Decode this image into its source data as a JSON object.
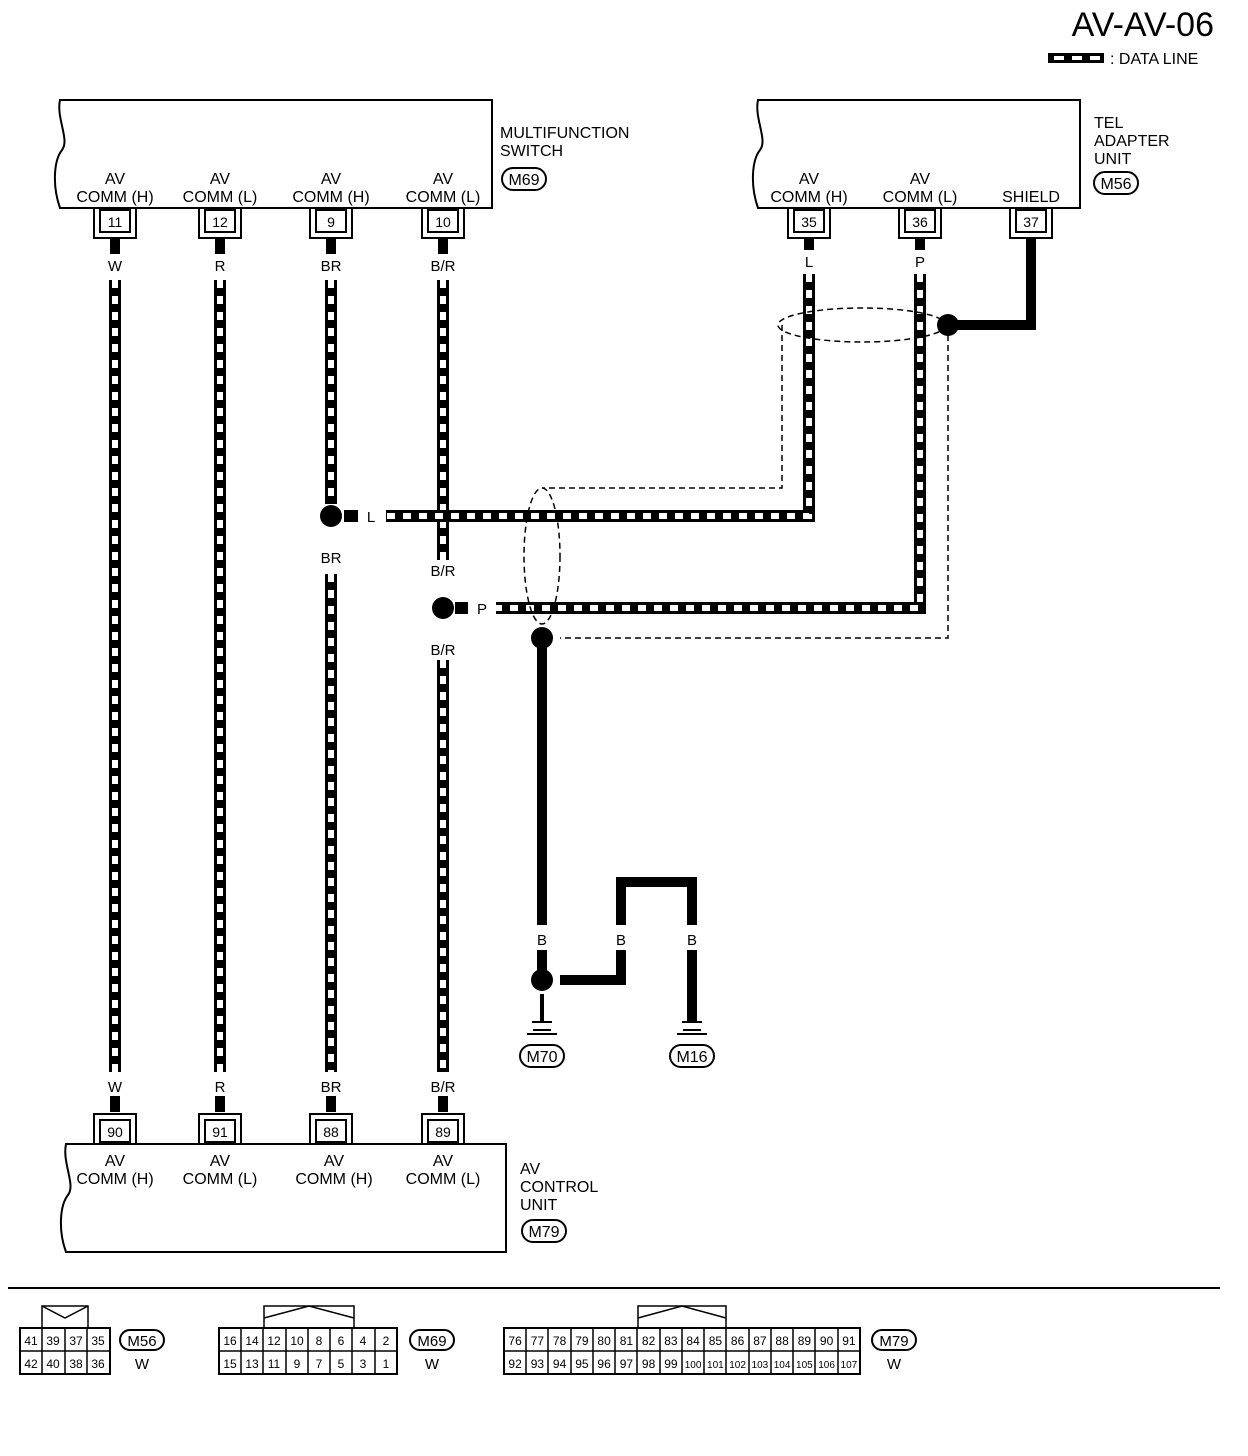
{
  "title": "AV-AV-06",
  "legend": {
    "text": ": DATA LINE"
  },
  "components": {
    "multifunction_switch": {
      "name_lines": [
        "MULTIFUNCTION",
        "SWITCH"
      ],
      "connector": "M69",
      "pins": [
        {
          "label_top": "AV",
          "label_bottom": "COMM (H)",
          "number": "11"
        },
        {
          "label_top": "AV",
          "label_bottom": "COMM (L)",
          "number": "12"
        },
        {
          "label_top": "AV",
          "label_bottom": "COMM (H)",
          "number": "9"
        },
        {
          "label_top": "AV",
          "label_bottom": "COMM (L)",
          "number": "10"
        }
      ]
    },
    "tel_adapter_unit": {
      "name_lines": [
        "TEL",
        "ADAPTER",
        "UNIT"
      ],
      "connector": "M56",
      "pins": [
        {
          "label_top": "AV",
          "label_bottom": "COMM (H)",
          "number": "35"
        },
        {
          "label_top": "AV",
          "label_bottom": "COMM (L)",
          "number": "36"
        },
        {
          "label_top": "",
          "label_bottom": "SHIELD",
          "number": "37"
        }
      ]
    },
    "av_control_unit": {
      "name_lines": [
        "AV",
        "CONTROL",
        "UNIT"
      ],
      "connector": "M79",
      "pins": [
        {
          "label_top": "AV",
          "label_bottom": "COMM (H)",
          "number": "90"
        },
        {
          "label_top": "AV",
          "label_bottom": "COMM (L)",
          "number": "91"
        },
        {
          "label_top": "AV",
          "label_bottom": "COMM (H)",
          "number": "88"
        },
        {
          "label_top": "AV",
          "label_bottom": "COMM (L)",
          "number": "89"
        }
      ]
    }
  },
  "wire_colors": {
    "w1_top": "W",
    "w2_top": "R",
    "w3_top": "BR",
    "w4_top": "B/R",
    "w1_bottom": "W",
    "w2_bottom": "R",
    "w3_bottom": "BR",
    "w4_bottom": "B/R",
    "br_mid": "BR",
    "br_upper": "B/R",
    "br_lower": "B/R",
    "l_top": "L",
    "p_top": "P",
    "l_horiz": "L",
    "p_horiz": "P",
    "gnd1": "B",
    "gnd2": "B",
    "gnd3": "B"
  },
  "grounds": [
    "M70",
    "M16"
  ],
  "connector_views": [
    {
      "id": "M56",
      "color": "W",
      "row1": [
        "41",
        "39",
        "37",
        "35"
      ],
      "row2": [
        "42",
        "40",
        "38",
        "36"
      ]
    },
    {
      "id": "M69",
      "color": "W",
      "row1": [
        "16",
        "14",
        "12",
        "10",
        "8",
        "6",
        "4",
        "2"
      ],
      "row2": [
        "15",
        "13",
        "11",
        "9",
        "7",
        "5",
        "3",
        "1"
      ]
    },
    {
      "id": "M79",
      "color": "W",
      "row1": [
        "76",
        "77",
        "78",
        "79",
        "80",
        "81",
        "82",
        "83",
        "84",
        "85",
        "86",
        "87",
        "88",
        "89",
        "90",
        "91"
      ],
      "row2": [
        "92",
        "93",
        "94",
        "95",
        "96",
        "97",
        "98",
        "99",
        "100",
        "101",
        "102",
        "103",
        "104",
        "105",
        "106",
        "107"
      ]
    }
  ]
}
